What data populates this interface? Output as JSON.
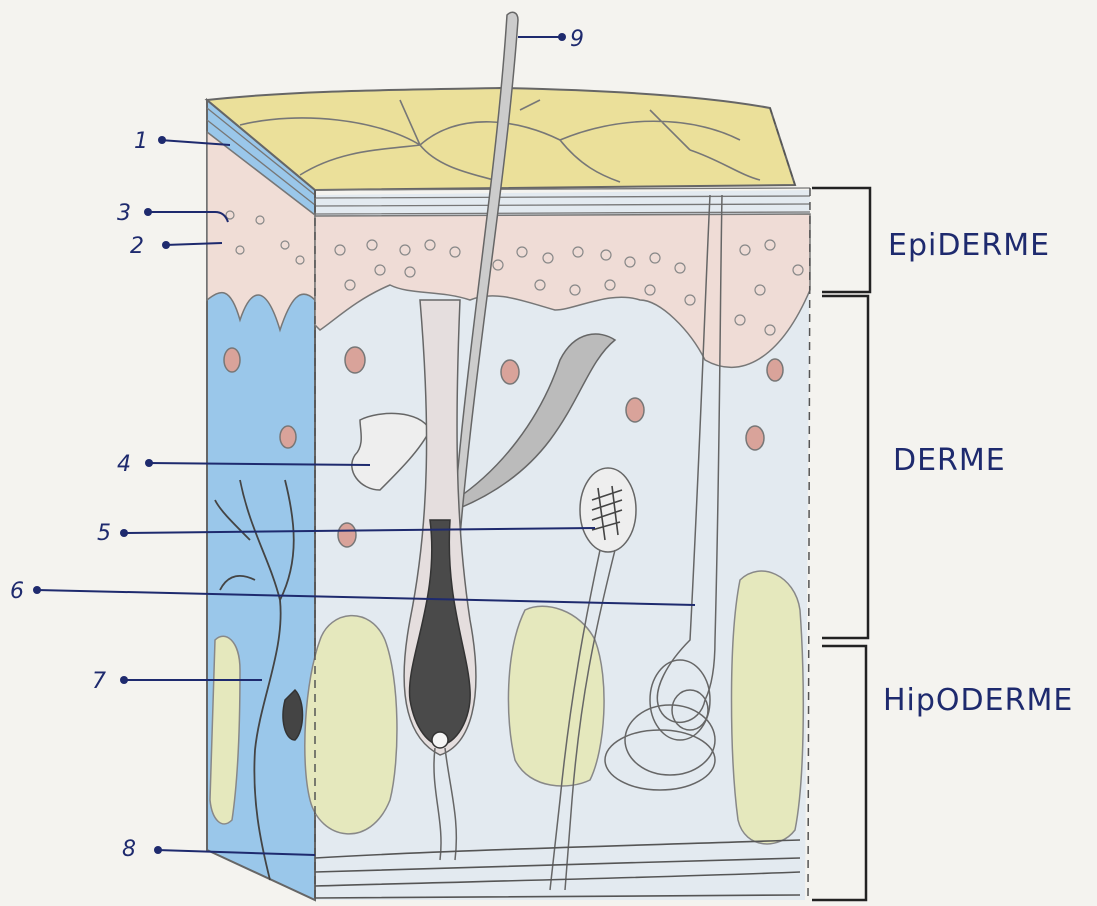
{
  "labels": {
    "l1": "1",
    "l2": "2",
    "l3": "3",
    "l4": "4",
    "l5": "5",
    "l6": "6",
    "l7": "7",
    "l8": "8",
    "l9": "9"
  },
  "layers": {
    "epiderme": "EpiDERME",
    "derme": "DERME",
    "hipoderme": "HipODERME"
  },
  "colors": {
    "surface": "#e9df9a",
    "epidermis": "#efdcd6",
    "dermis": "#dfe7ee",
    "side_blue": "#8ec0e6",
    "fat": "#e6e9bf",
    "ink": "#1e2a6e",
    "pencil": "#555555",
    "bulb": "#4a4a4a"
  }
}
